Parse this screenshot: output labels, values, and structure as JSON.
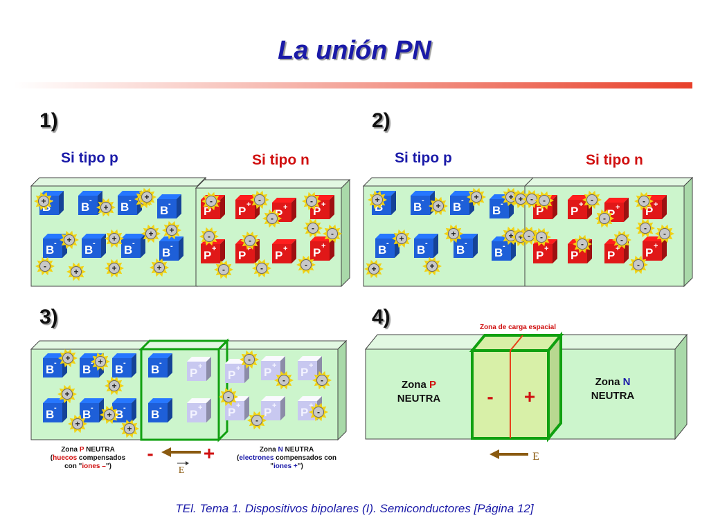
{
  "title": "La unión PN",
  "footer": "TEl. Tema 1. Dispositivos bipolares (I). Semiconductores [Página 12]",
  "panels": {
    "p1": {
      "number": "1)",
      "left_label": "Si tipo p",
      "right_label": "Si tipo n"
    },
    "p2": {
      "number": "2)",
      "left_label": "Si tipo p",
      "right_label": "Si tipo n"
    },
    "p3": {
      "number": "3)",
      "p_zone": {
        "l1a": "Zona ",
        "l1b": "P",
        "l1c": " NEUTRA",
        "l2a": "(",
        "l2b": "huecos",
        "l2c": " compensados",
        "l3a": "con \"",
        "l3b": "iones –",
        "l3c": "\")"
      },
      "n_zone": {
        "l1a": "Zona ",
        "l1b": "N",
        "l1c": " NEUTRA",
        "l2a": "(",
        "l2b": "electrones",
        "l2c": " compensados con",
        "l3a": "\"",
        "l3b": "iones +",
        "l3c": "\")"
      },
      "minus": "-",
      "plus": "+",
      "field": "E"
    },
    "p4": {
      "number": "4)",
      "zone_label": "Zona de carga espacial",
      "left_zone": {
        "l1a": "Zona ",
        "l1b": "P",
        "l2": "NEUTRA"
      },
      "right_zone": {
        "l1a": "Zona ",
        "l1b": "N",
        "l2": "NEUTRA"
      },
      "minus": "-",
      "plus": "+",
      "field": "E"
    }
  },
  "symbols": {
    "acceptor": "B",
    "donor": "P",
    "hole": "+",
    "electron": "-"
  },
  "colors": {
    "title": "#1a1aa8",
    "block": "#ccf5cc",
    "acceptor": "#1e5fd8",
    "donor": "#e01818",
    "faded_acceptor": "#c8c8f0",
    "depletion_border": "#10a010",
    "junction_line": "#e8401a",
    "carrier_ball": "#c8c8c8",
    "spark": "#f2d214",
    "field_arrow": "#8a5a10"
  }
}
